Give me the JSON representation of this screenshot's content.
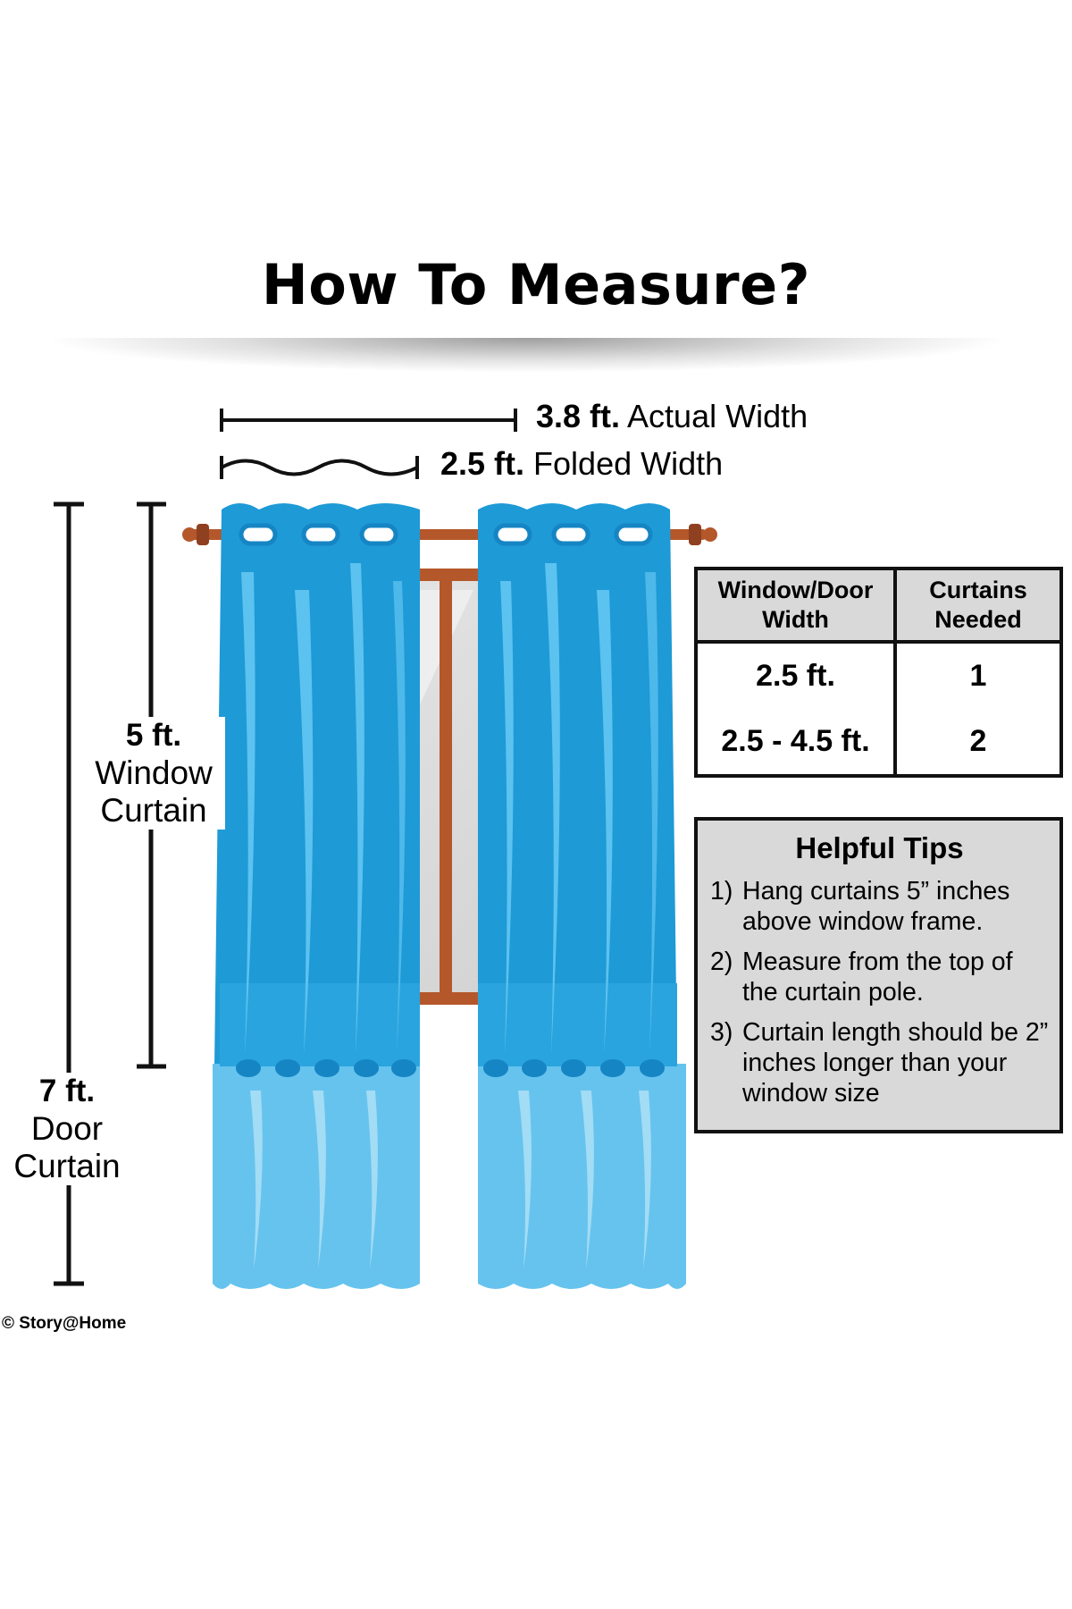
{
  "title": "How To Measure?",
  "dimensions": {
    "actual": {
      "value": "3.8 ft.",
      "label": "Actual Width"
    },
    "folded": {
      "value": "2.5 ft.",
      "label": "Folded Width"
    },
    "window": {
      "value": "5 ft.",
      "line1": "Window",
      "line2": "Curtain"
    },
    "door": {
      "value": "7 ft.",
      "line1": "Door",
      "line2": "Curtain"
    }
  },
  "table": {
    "headers": [
      "Window/Door\nWidth",
      "Curtains\nNeeded"
    ],
    "header_col1": "Window/Door Width",
    "header_col2": "Curtains Needed",
    "rows": [
      {
        "width": "2.5 ft.",
        "needed": "1"
      },
      {
        "width": "2.5 - 4.5 ft.",
        "needed": "2"
      }
    ]
  },
  "tips": {
    "title": "Helpful Tips",
    "items": [
      {
        "num": "1)",
        "text": "Hang curtains 5” inches above window frame."
      },
      {
        "num": "2)",
        "text": "Measure from the top of the curtain pole."
      },
      {
        "num": "3)",
        "text": "Curtain length should be 2” inches longer than your window size"
      }
    ]
  },
  "credit": "© Story@Home",
  "colors": {
    "curtain_dark": "#1e9ad6",
    "curtain_mid": "#35aee3",
    "curtain_light": "#66c3ee",
    "rod": "#b4572b",
    "frame": "#b4572b",
    "box_fill": "#d9d9d9",
    "ink": "#111111"
  }
}
